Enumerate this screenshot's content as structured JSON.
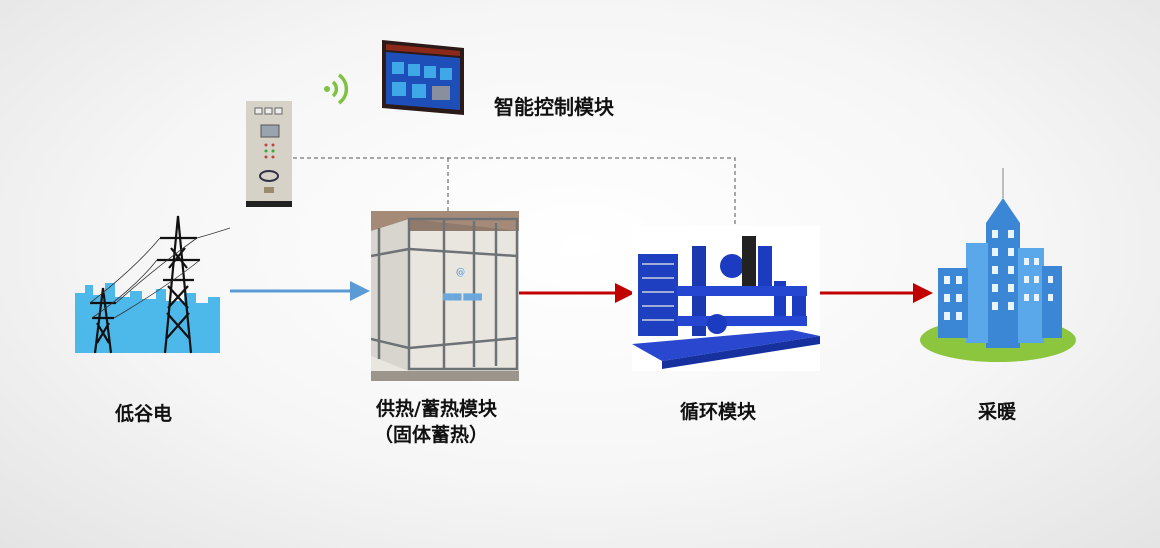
{
  "labels": {
    "control": "智能控制模块",
    "power": "低谷电",
    "storage_line1": "供热/蓄热模块",
    "storage_line2": "（固体蓄热）",
    "circulation": "循环模块",
    "heating": "采暖"
  },
  "colors": {
    "blue_arrow": "#5b9bd5",
    "red_arrow": "#c00000",
    "dashed_line": "#555555",
    "wifi": "#7dc242"
  }
}
